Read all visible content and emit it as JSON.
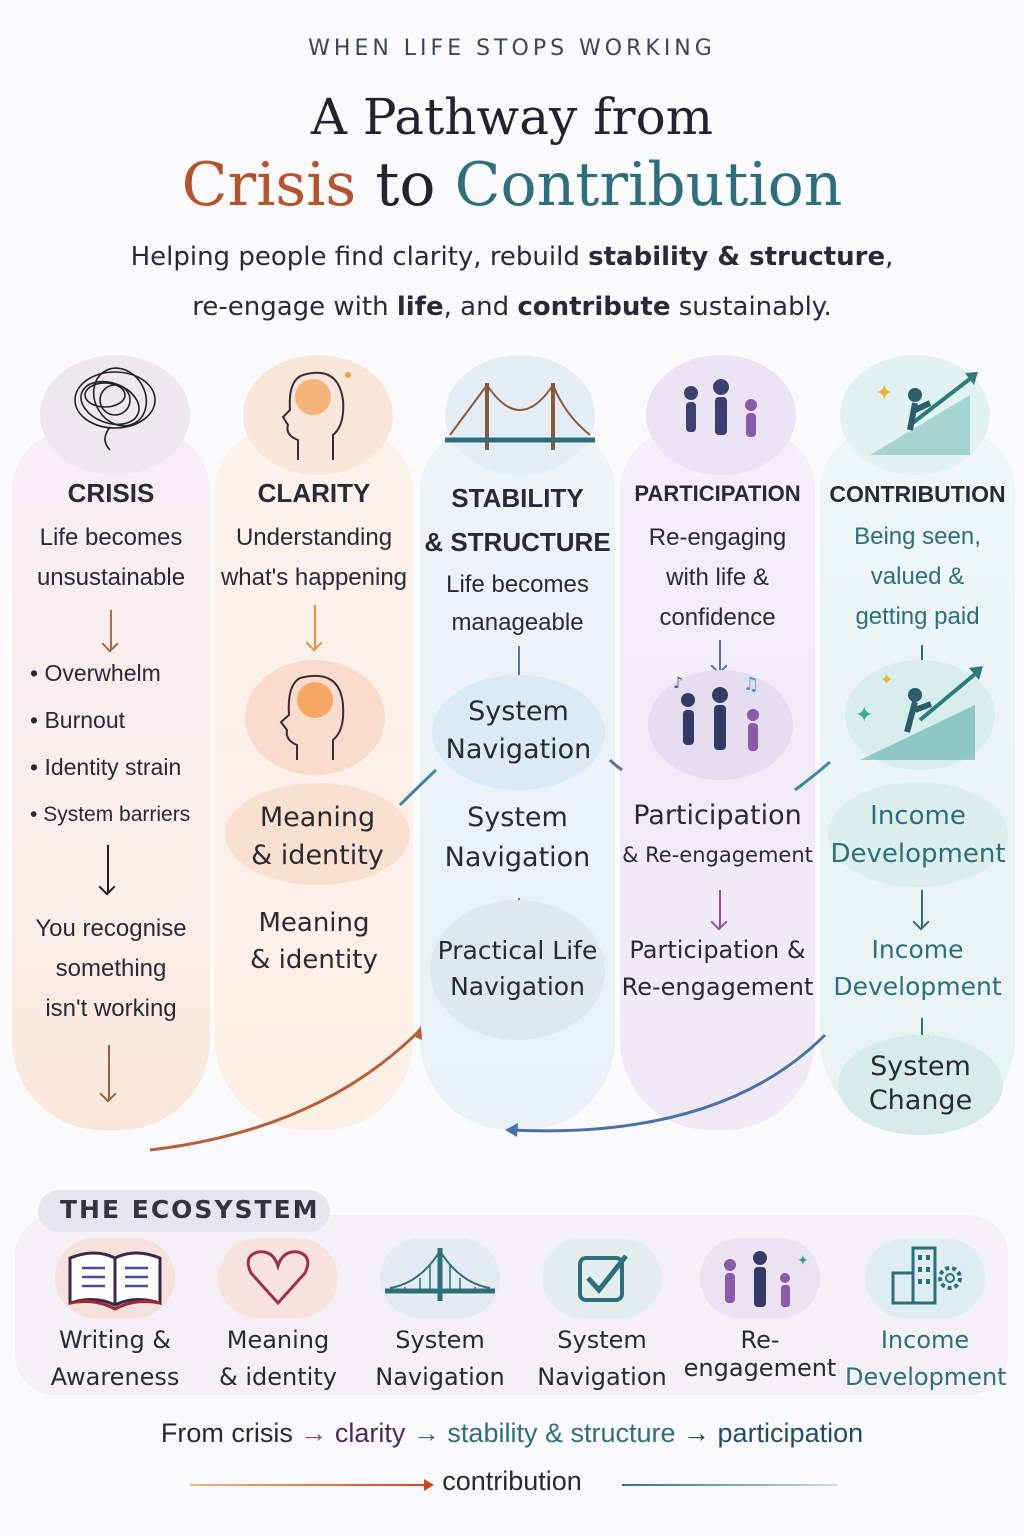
{
  "header": {
    "kicker": "WHEN LIFE STOPS WORKING",
    "title_line1": "A Pathway from",
    "title_crisis": "Crisis",
    "title_to": " to ",
    "title_contribution": "Contribution",
    "subtitle1_a": "Helping people find clarity, rebuild ",
    "subtitle1_b": "stability & structure",
    "subtitle1_c": ",",
    "subtitle2_a": "re-engage with ",
    "subtitle2_b": "life",
    "subtitle2_c": ", and ",
    "subtitle2_d": "contribute",
    "subtitle2_e": " sustainably."
  },
  "colors": {
    "crisis": "#b5542a",
    "contribution": "#2d6f7c",
    "text": "#2a2a36"
  },
  "columns": [
    {
      "title": "CRISIS",
      "subtitle": "Life becomes\nunsustainable",
      "bullets": [
        "Overwhelm",
        "Burnout",
        "Identity strain",
        "System barriers"
      ],
      "outcome": "You recognise\nsomething\nisn't working",
      "icon": "tangled-scribble-icon"
    },
    {
      "title": "CLARITY",
      "subtitle": "Understanding\nwhat's happening",
      "bubble": "Meaning\n& identity",
      "text": "Meaning\n& identity",
      "icon": "head-brain-icon"
    },
    {
      "title": "STABILITY\n& STRUCTURE",
      "subtitle": "Life becomes\nmanageable",
      "bubble": "System\nNavigation",
      "text": "System\nNavigation",
      "bubble2": "Practical Life\nNavigation",
      "icon": "bridge-icon"
    },
    {
      "title": "PARTICIPATION",
      "subtitle": "Re-engaging\nwith life &\nconfidence",
      "bubble_a": "Participation",
      "bubble_b": "& Re-engagement",
      "text": "Participation &\nRe-engagement",
      "icon": "dancing-people-icon"
    },
    {
      "title": "CONTRIBUTION",
      "subtitle": "Being seen,\nvalued &\ngetting paid",
      "bubble": "Income\nDevelopment",
      "text": "Income\nDevelopment",
      "bubble2": "System\nChange",
      "icon": "climbing-growth-icon"
    }
  ],
  "ecosystem": {
    "label": "THE ECOSYSTEM",
    "items": [
      {
        "label": "Writing &\nAwareness",
        "icon": "open-book-icon"
      },
      {
        "label": "Meaning\n& identity",
        "icon": "heart-icon"
      },
      {
        "label": "System\nNavigation",
        "icon": "bridge-icon"
      },
      {
        "label": "System\nNavigation",
        "icon": "checkbox-icon"
      },
      {
        "label": "Re-\nengagement",
        "icon": "people-icon"
      },
      {
        "label": "Income\nDevelopment",
        "icon": "building-gear-icon"
      }
    ]
  },
  "footer": {
    "from": "From crisis",
    "arrow": "→",
    "clarity": "clarity",
    "stability": "stability & structure",
    "participation": "participation",
    "contribution": "contribution"
  }
}
